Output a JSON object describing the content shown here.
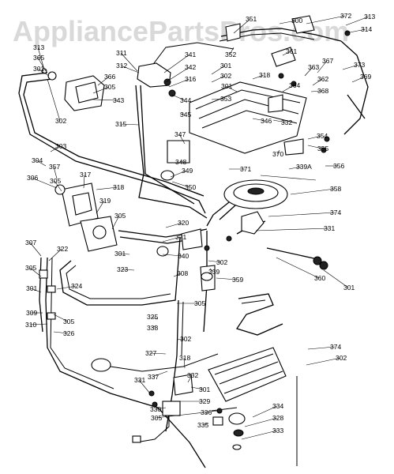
{
  "watermark": "AppliancePartsPros.com",
  "callouts": [
    "351",
    "300",
    "372",
    "313",
    "314",
    "313",
    "365",
    "301",
    "373",
    "369",
    "311",
    "341",
    "361",
    "363",
    "367",
    "312",
    "342",
    "352",
    "318",
    "362",
    "368",
    "301",
    "366",
    "305",
    "316",
    "343",
    "364",
    "302",
    "301",
    "344",
    "353",
    "345",
    "346",
    "332",
    "302",
    "315",
    "354",
    "355",
    "347",
    "370",
    "339A",
    "356",
    "303",
    "304",
    "348",
    "371",
    "357",
    "305",
    "306",
    "317",
    "318",
    "349",
    "350",
    "358",
    "319",
    "320",
    "321",
    "374",
    "331",
    "305",
    "340",
    "301",
    "302",
    "339",
    "359",
    "360",
    "301",
    "307",
    "305",
    "322",
    "323",
    "308",
    "324",
    "305",
    "325",
    "302",
    "301",
    "309",
    "310",
    "305",
    "326",
    "338",
    "327",
    "374",
    "337",
    "318",
    "302",
    "332",
    "331",
    "301",
    "329",
    "330",
    "305",
    "336",
    "335",
    "334",
    "328",
    "333"
  ]
}
